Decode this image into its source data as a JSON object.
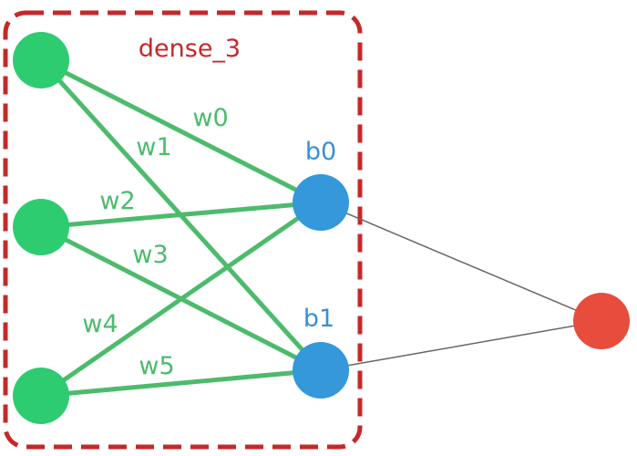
{
  "group": {
    "title": "dense_3",
    "title_color": "#c62828",
    "border_color": "#c62828"
  },
  "inputs": [
    {
      "id": "x0"
    },
    {
      "id": "x1"
    },
    {
      "id": "x2"
    }
  ],
  "hidden": [
    {
      "id": "h0",
      "bias_label": "b0"
    },
    {
      "id": "h1",
      "bias_label": "b1"
    }
  ],
  "output": {
    "id": "y"
  },
  "weights": [
    {
      "label": "w0",
      "from": 0,
      "to": 0
    },
    {
      "label": "w1",
      "from": 0,
      "to": 1
    },
    {
      "label": "w2",
      "from": 1,
      "to": 0
    },
    {
      "label": "w3",
      "from": 1,
      "to": 1
    },
    {
      "label": "w4",
      "from": 2,
      "to": 0
    },
    {
      "label": "w5",
      "from": 2,
      "to": 1
    }
  ],
  "colors": {
    "input_node": "#2ecc71",
    "hidden_node": "#3498db",
    "output_node": "#e74c3c",
    "weight_edge": "#4cbb6c",
    "weight_label": "#4cbb6c",
    "bias_label": "#3a8fd6",
    "output_edge": "#666666"
  }
}
